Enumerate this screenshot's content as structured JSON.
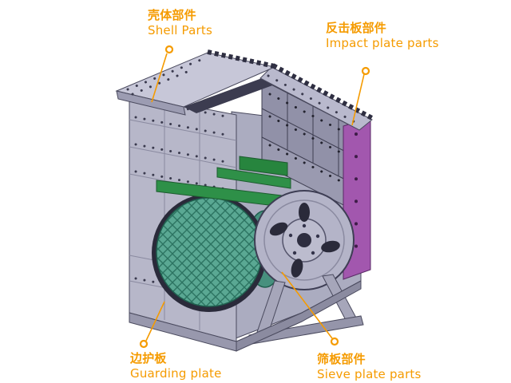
{
  "annotations": {
    "shell": {
      "zh": "壳体部件",
      "en": "Shell Parts"
    },
    "impact": {
      "zh": "反击板部件",
      "en": "Impact plate parts"
    },
    "guarding": {
      "zh": "边护板",
      "en": "Guarding plate"
    },
    "sieve": {
      "zh": "筛板部件",
      "en": "Sieve plate parts"
    }
  },
  "colors": {
    "annotation_orange": "#f59b00",
    "shell_gray": "#b7b7c9",
    "liner_dark_gray": "#9191a8",
    "rotor_green": "#2e9048",
    "drum_teal": "#5aa893",
    "impact_panel_purple": "#a257ae",
    "background": "#ffffff"
  }
}
